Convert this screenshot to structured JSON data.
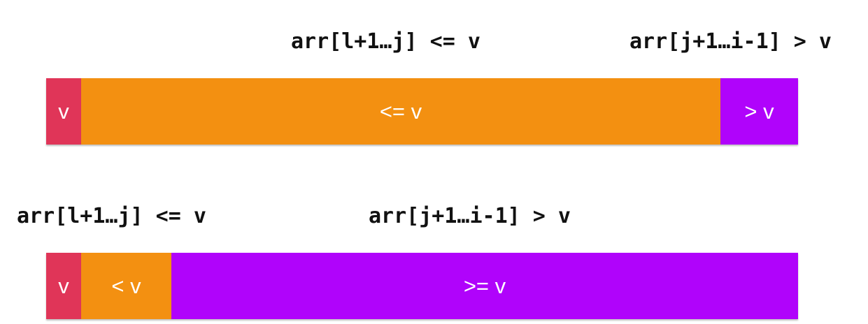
{
  "colors": {
    "pivot": "#e03558",
    "orange": "#f39011",
    "purple": "#b003fb",
    "text_white": "#ffffff",
    "label_text": "#111111"
  },
  "diagram1": {
    "label_left": "arr[l+1…j] <= v",
    "label_right": "arr[j+1…i-1] > v",
    "segments": {
      "pivot": "v",
      "le": "<= v",
      "gt": "> v"
    }
  },
  "diagram2": {
    "label_left": "arr[l+1…j] <= v",
    "label_right": "arr[j+1…i-1] > v",
    "segments": {
      "pivot": "v",
      "lt": "< v",
      "ge": ">= v"
    }
  }
}
